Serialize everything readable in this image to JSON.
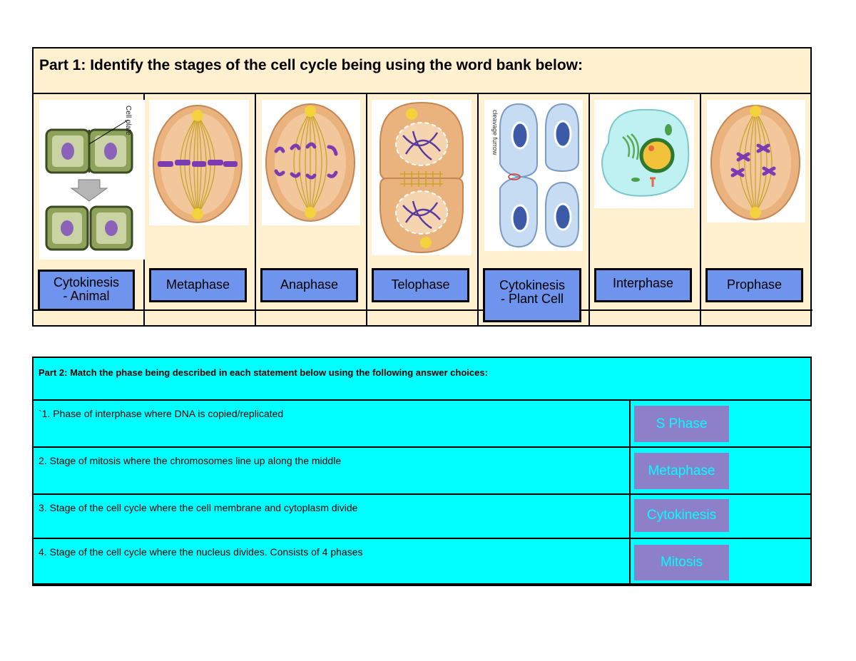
{
  "part1": {
    "title": "Part 1: Identify the stages of the cell cycle being using the word bank below:",
    "cells": [
      {
        "label": "Cytokinesis\n- Animal",
        "image": "cytokinesis-animal-illustration",
        "image_text": "Cell plate"
      },
      {
        "label": "Metaphase",
        "image": "metaphase-illustration"
      },
      {
        "label": "Anaphase",
        "image": "anaphase-illustration"
      },
      {
        "label": "Telophase",
        "image": "telophase-illustration"
      },
      {
        "label": "Cytokinesis\n- Plant Cell",
        "image": "cytokinesis-plant-illustration",
        "image_text": "cleavage furrow"
      },
      {
        "label": "Interphase",
        "image": "interphase-illustration"
      },
      {
        "label": "Prophase",
        "image": "prophase-illustration"
      }
    ]
  },
  "part2": {
    "title": "Part 2: Match the phase being described in each statement below using the following answer choices:",
    "rows": [
      {
        "question": "`1. Phase of interphase where DNA is copied/replicated",
        "answer": "S Phase"
      },
      {
        "question": "2. Stage of mitosis where the chromosomes line up along the middle",
        "answer": "Metaphase"
      },
      {
        "question": "3. Stage of the cell cycle where the cell membrane and cytoplasm divide",
        "answer": "Cytokinesis"
      },
      {
        "question": "4. Stage of the cell cycle where the nucleus divides.  Consists of 4 phases",
        "answer": "Mitosis"
      }
    ]
  },
  "colors": {
    "part1_bg": "#fff0cf",
    "label_bg": "#6e94ee",
    "part2_bg": "#00ffff",
    "answer_bg": "#8e7fc9",
    "answer_text": "#00ffff"
  }
}
